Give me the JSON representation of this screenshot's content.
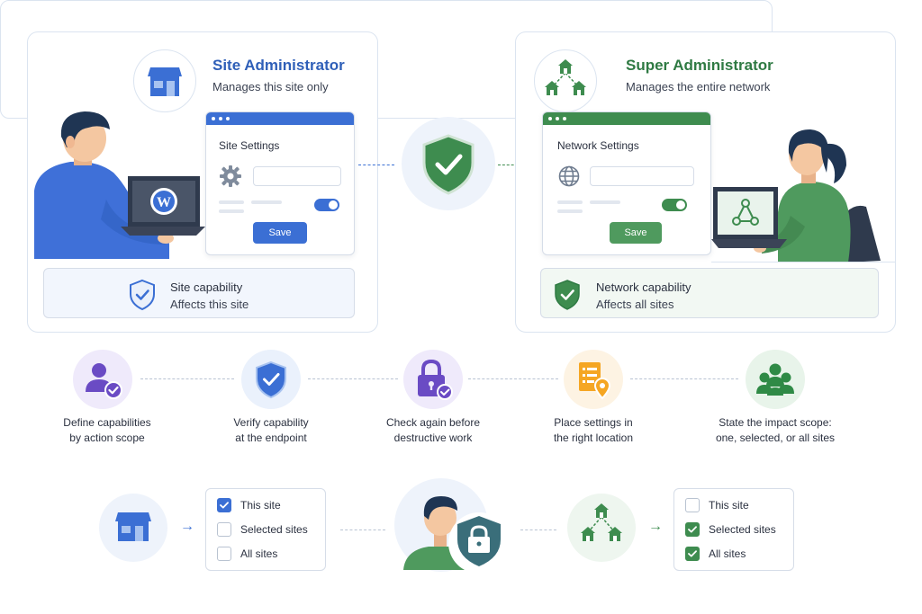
{
  "site_admin": {
    "title": "Site Administrator",
    "subtitle": "Manages this site only",
    "window_title": "Site Settings",
    "save_label": "Save",
    "capability_title": "Site capability",
    "capability_sub": "Affects this site",
    "accent": "#3b6fd4"
  },
  "super_admin": {
    "title": "Super Administrator",
    "subtitle": "Manages the entire network",
    "window_title": "Network Settings",
    "save_label": "Save",
    "capability_title": "Network capability",
    "capability_sub": "Affects all sites",
    "accent": "#3e8c4f"
  },
  "steps": [
    {
      "line1": "Define capabilities",
      "line2": "by action scope",
      "icon": "user-check-icon"
    },
    {
      "line1": "Verify capability",
      "line2": "at the endpoint",
      "icon": "shield-check-icon"
    },
    {
      "line1": "Check again before",
      "line2": "destructive work",
      "icon": "lock-check-icon"
    },
    {
      "line1": "Place settings in",
      "line2": "the right location",
      "icon": "document-location-icon"
    },
    {
      "line1": "State the impact scope:",
      "line2": "one, selected, or all sites",
      "icon": "group-icon"
    }
  ],
  "scope_left": {
    "items": [
      {
        "label": "This site",
        "checked": true
      },
      {
        "label": "Selected sites",
        "checked": false
      },
      {
        "label": "All sites",
        "checked": false
      }
    ]
  },
  "scope_right": {
    "items": [
      {
        "label": "This site",
        "checked": false
      },
      {
        "label": "Selected sites",
        "checked": true
      },
      {
        "label": "All sites",
        "checked": true
      }
    ]
  }
}
